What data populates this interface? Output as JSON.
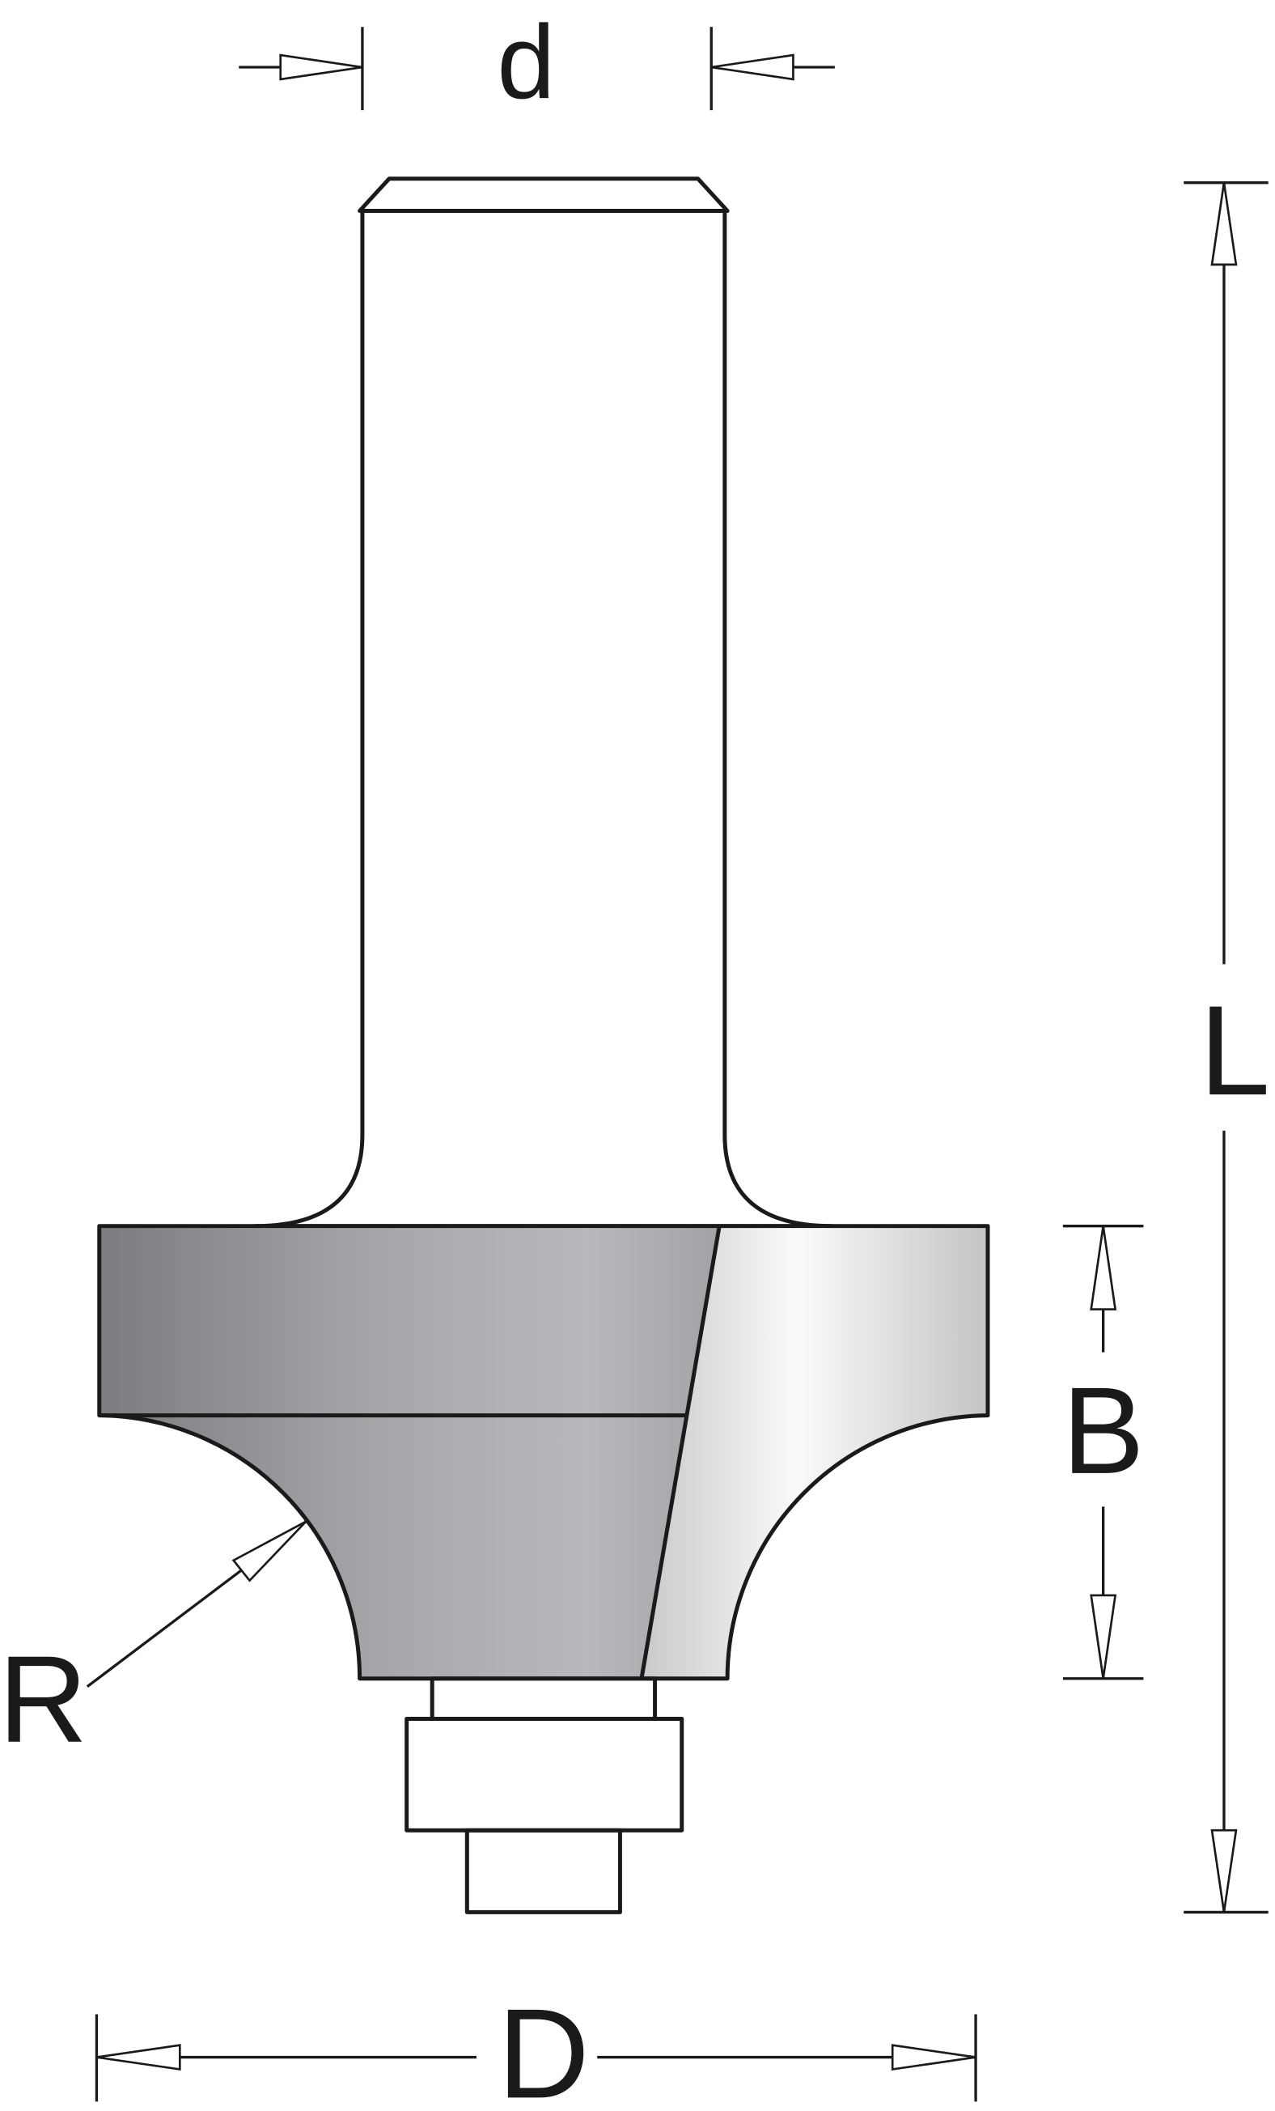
{
  "labels": {
    "shank_diameter": "d",
    "overall_length": "L",
    "cutting_height": "B",
    "cutting_diameter": "D",
    "radius": "R"
  },
  "colors": {
    "outline": "#1a1a1a",
    "shank_light": "#f4f4f5",
    "shank_mid": "#cfd0d2",
    "cutter_dark": "#7b7c7f",
    "cutter_mid": "#b6b7bb",
    "bearing_dark": "#55565a",
    "bearing_light": "#bfc3c5"
  }
}
